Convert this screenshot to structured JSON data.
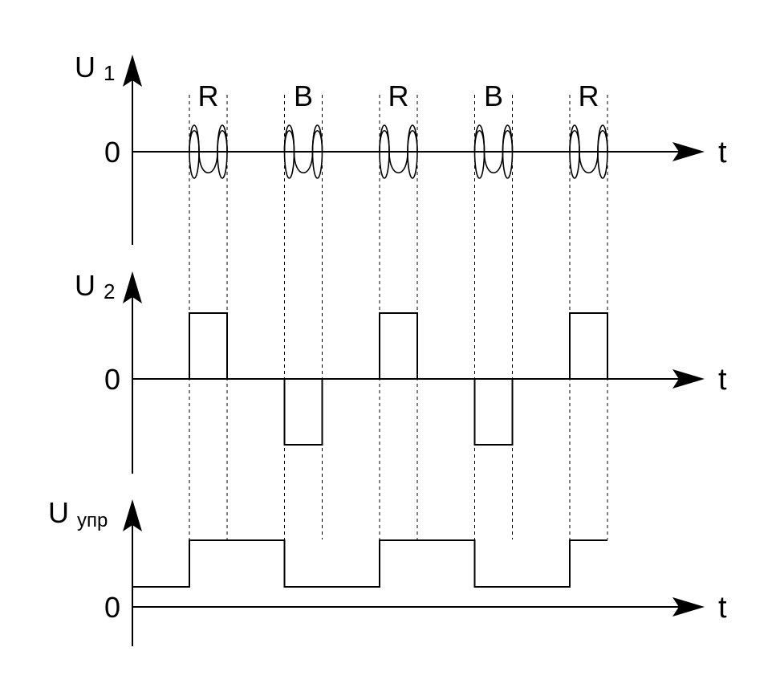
{
  "channels": [
    {
      "symbol": "U",
      "subscript": "1",
      "zero_label": "0",
      "time_label": "t"
    },
    {
      "symbol": "U",
      "subscript": "2",
      "zero_label": "0",
      "time_label": "t"
    },
    {
      "symbol": "U",
      "subscript": "упр",
      "zero_label": "0",
      "time_label": "t"
    }
  ],
  "segments": [
    "R",
    "B",
    "R",
    "B",
    "R"
  ],
  "u2_polarity": [
    1,
    -1,
    1,
    -1,
    1
  ],
  "u_control_levels": [
    "high",
    "low",
    "high",
    "low",
    "high"
  ],
  "u_control_initial": "low"
}
